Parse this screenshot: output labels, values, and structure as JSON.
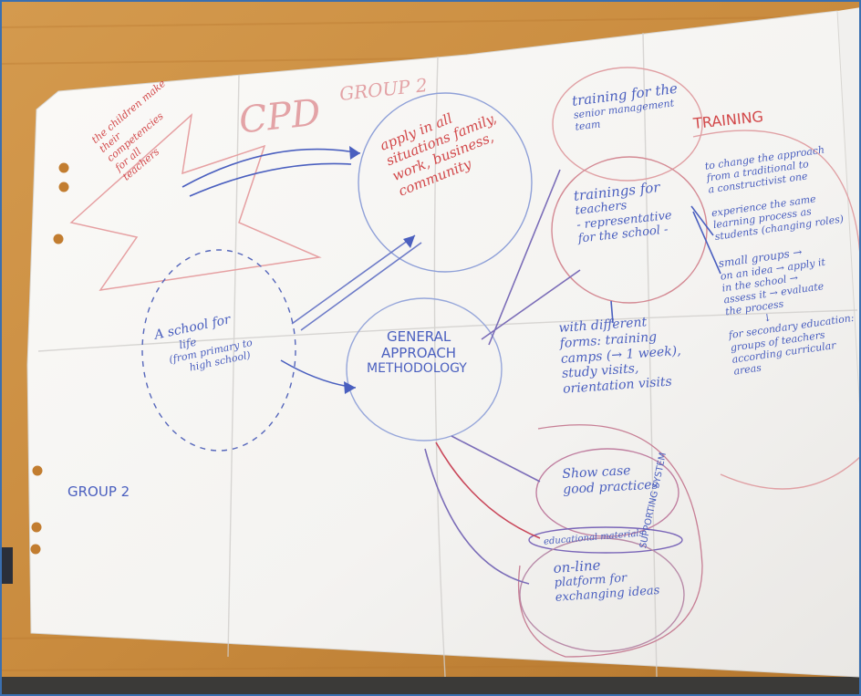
{
  "scene": {
    "title": "CPD",
    "title_suffix": "GROUP 2",
    "group_label": "GROUP 2",
    "training_heading": "TRAINING",
    "center_node": [
      "GENERAL",
      "APPROACH",
      "METHODOLOGY"
    ],
    "left_star": [
      "the children make",
      "their",
      "competencies",
      "for all",
      "teachers"
    ],
    "top_circle": [
      "apply in all",
      "situations family,",
      "work, business,",
      "community"
    ],
    "left_circle": [
      "A school for",
      "life",
      "(from primary to",
      "high school)"
    ],
    "training_top": [
      "training for the",
      "senior management",
      "team"
    ],
    "training_teachers": [
      "trainings for",
      "teachers",
      "- representative",
      "for the school -"
    ],
    "training_forms": [
      "with different",
      "forms: training",
      "camps (→ 1 week),",
      "study visits,",
      "orientation visits"
    ],
    "right_notes": [
      "to change the approach",
      "from a traditional to",
      "a constructivist one",
      "experience the same",
      "learning process as",
      "students (changing roles)",
      "small groups →",
      "on an idea → apply it",
      "in the school →",
      "assess it → evaluate",
      "the process",
      "↓",
      "for secondary education:",
      "groups of teachers",
      "according curricular",
      "areas"
    ],
    "show_case": [
      "Show case",
      "good practices"
    ],
    "edu_materials": "educational materials",
    "online_platform": [
      "on-line",
      "platform for",
      "exchanging ideas"
    ],
    "side_vertical": "SUPPORTING SYSTEM",
    "colors": {
      "table": "#c98b3e",
      "paper": "#f7f6f3",
      "ink_red": "#d2484a",
      "ink_blue": "#4a5fbf",
      "frame": "#3a6fb0"
    }
  }
}
